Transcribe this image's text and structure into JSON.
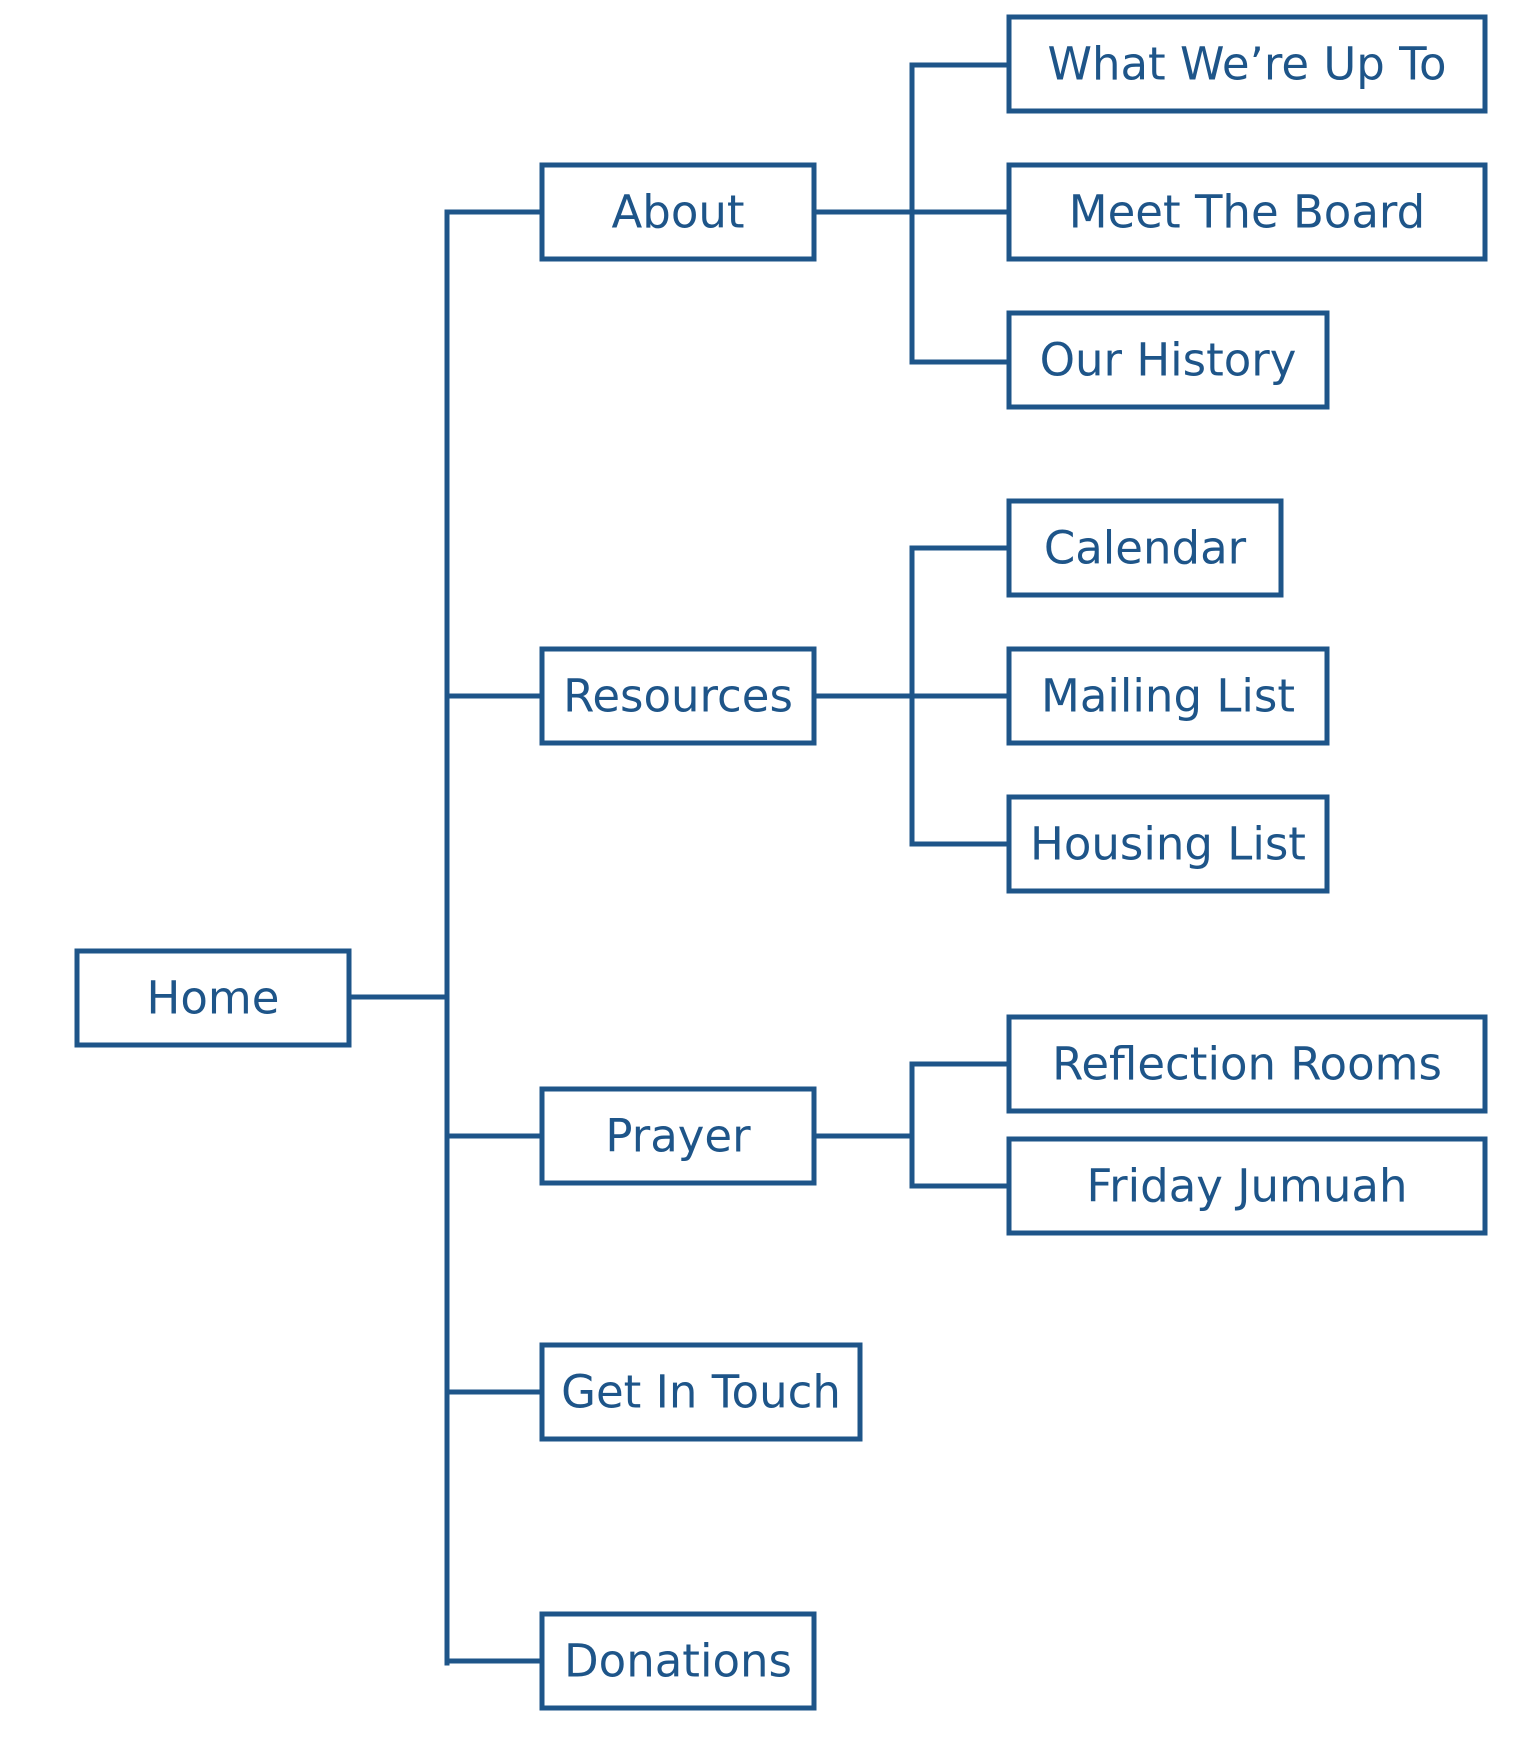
{
  "colors": {
    "stroke": "#1e5589",
    "text": "#1e5589",
    "background": "#ffffff"
  },
  "sitemap": {
    "home": "Home",
    "about": {
      "label": "About",
      "children": [
        "What We’re Up To",
        "Meet The Board",
        "Our History"
      ]
    },
    "resources": {
      "label": "Resources",
      "children": [
        "Calendar",
        "Mailing List",
        "Housing List"
      ]
    },
    "prayer": {
      "label": "Prayer",
      "children": [
        "Reflection Rooms",
        "Friday Jumuah"
      ]
    },
    "get_in_touch": "Get In Touch",
    "donations": "Donations"
  }
}
